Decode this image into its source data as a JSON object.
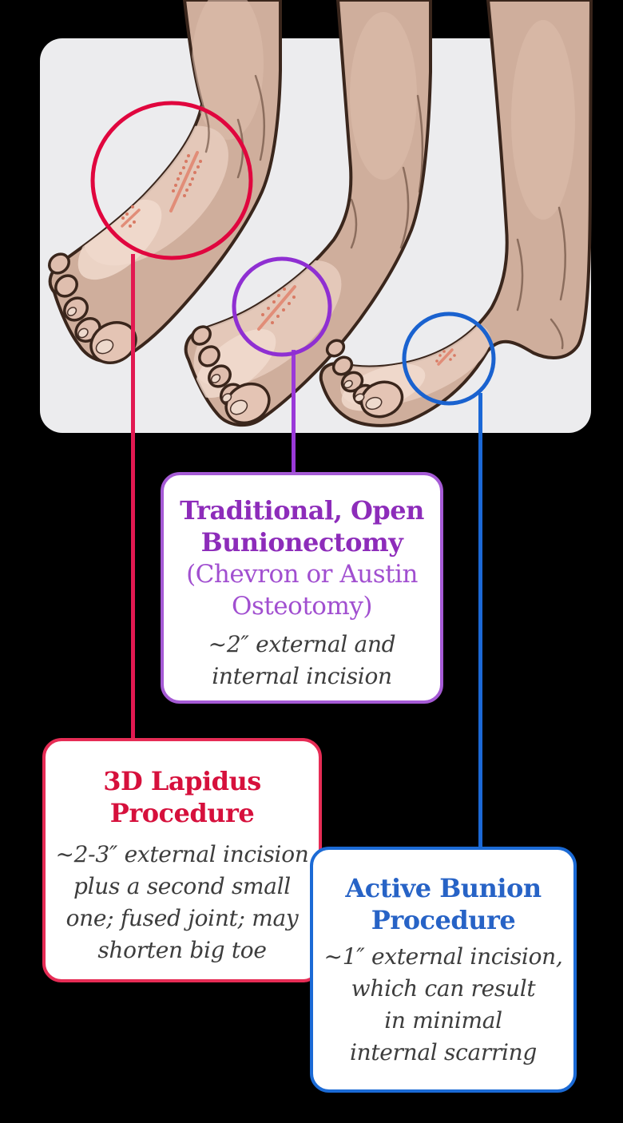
{
  "illustration": {
    "panel_bg": "#ececee",
    "feet_count": "3",
    "highlight_circles": [
      {
        "name": "lapidus-incision-circle",
        "color": "#e0063e"
      },
      {
        "name": "traditional-incision-circle",
        "color": "#8f2fd2"
      },
      {
        "name": "active-incision-circle",
        "color": "#1a62cf"
      }
    ]
  },
  "callouts": {
    "traditional": {
      "title_line1": "Traditional, Open",
      "title_line2": "Bunionectomy",
      "subtitle_line1": "(Chevron or Austin",
      "subtitle_line2": "Osteotomy)",
      "body_line1": "~2″ external and",
      "body_line2": "internal incision",
      "title_color": "#8d2cba",
      "border_color": "#a55ad5"
    },
    "lapidus": {
      "title_line1": "3D Lapidus",
      "title_line2": "Procedure",
      "body_line1": "~2-3″ external incision",
      "body_line2": "plus a second small",
      "body_line3": "one; fused joint; may",
      "body_line4": "shorten big toe",
      "title_color": "#d6103c",
      "border_color": "#e62c55"
    },
    "active": {
      "title_line1": "Active Bunion",
      "title_line2": "Procedure",
      "body_line1": "~1″ external incision,",
      "body_line2": "which can result",
      "body_line3": "in minimal",
      "body_line4": "internal scarring",
      "title_color": "#2763c6",
      "border_color": "#1b6ad5"
    }
  }
}
